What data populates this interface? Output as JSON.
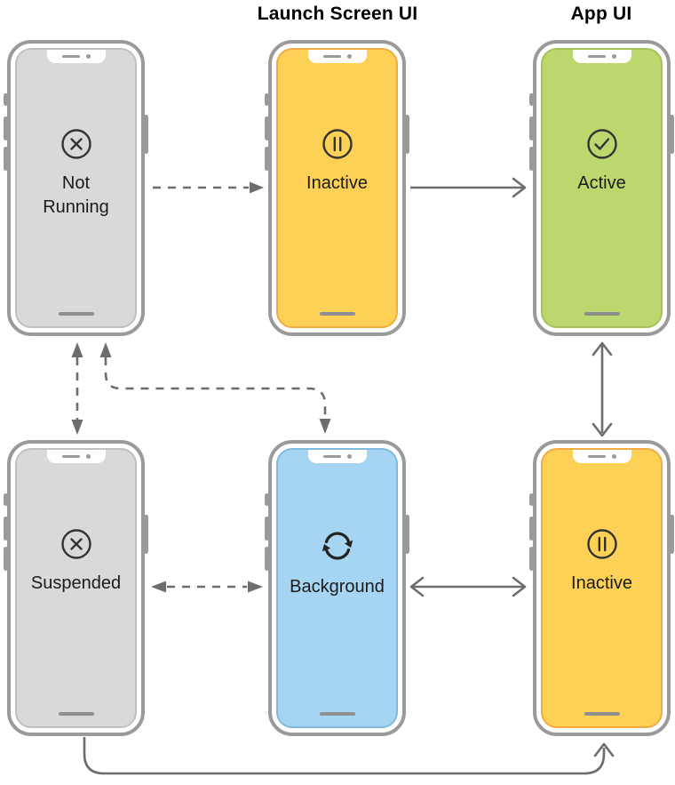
{
  "headers": {
    "launch_screen": "Launch Screen UI",
    "app": "App UI"
  },
  "phones": [
    {
      "id": "not-running",
      "label": "Not\nRunning",
      "icon": "cross-circle-icon",
      "screen_color": "#d9d9d9",
      "screen_border": "#c0c0c0"
    },
    {
      "id": "inactive-launch",
      "label": "Inactive",
      "icon": "pause-circle-icon",
      "screen_color": "#fcd155",
      "screen_border": "#f2ab43"
    },
    {
      "id": "active",
      "label": "Active",
      "icon": "check-circle-icon",
      "screen_color": "#bdd76f",
      "screen_border": "#a4c255"
    },
    {
      "id": "suspended",
      "label": "Suspended",
      "icon": "cross-circle-icon",
      "screen_color": "#d9d9d9",
      "screen_border": "#c0c0c0"
    },
    {
      "id": "background",
      "label": "Background",
      "icon": "refresh-icon",
      "screen_color": "#a5d5f2",
      "screen_border": "#7fbade"
    },
    {
      "id": "inactive-app",
      "label": "Inactive",
      "icon": "pause-circle-icon",
      "screen_color": "#fcd155",
      "screen_border": "#f2ab43"
    }
  ],
  "transitions": [
    {
      "from": "not-running",
      "to": "inactive-launch",
      "style": "dashed",
      "direction": "one-way"
    },
    {
      "from": "inactive-launch",
      "to": "active",
      "style": "solid",
      "direction": "one-way"
    },
    {
      "from": "not-running",
      "to": "suspended",
      "style": "dashed",
      "direction": "two-way"
    },
    {
      "from": "not-running",
      "to": "background",
      "style": "dashed",
      "direction": "two-way"
    },
    {
      "from": "active",
      "to": "inactive-app",
      "style": "solid",
      "direction": "two-way"
    },
    {
      "from": "suspended",
      "to": "background",
      "style": "dashed",
      "direction": "two-way"
    },
    {
      "from": "background",
      "to": "inactive-app",
      "style": "solid",
      "direction": "two-way"
    },
    {
      "from": "suspended",
      "to": "inactive-app",
      "style": "solid",
      "direction": "one-way"
    }
  ],
  "colors": {
    "arrow": "#6d6d6d",
    "frame": "#9a9a9a",
    "icon_stroke": "#333333",
    "label_text": "#1b1b1b"
  }
}
